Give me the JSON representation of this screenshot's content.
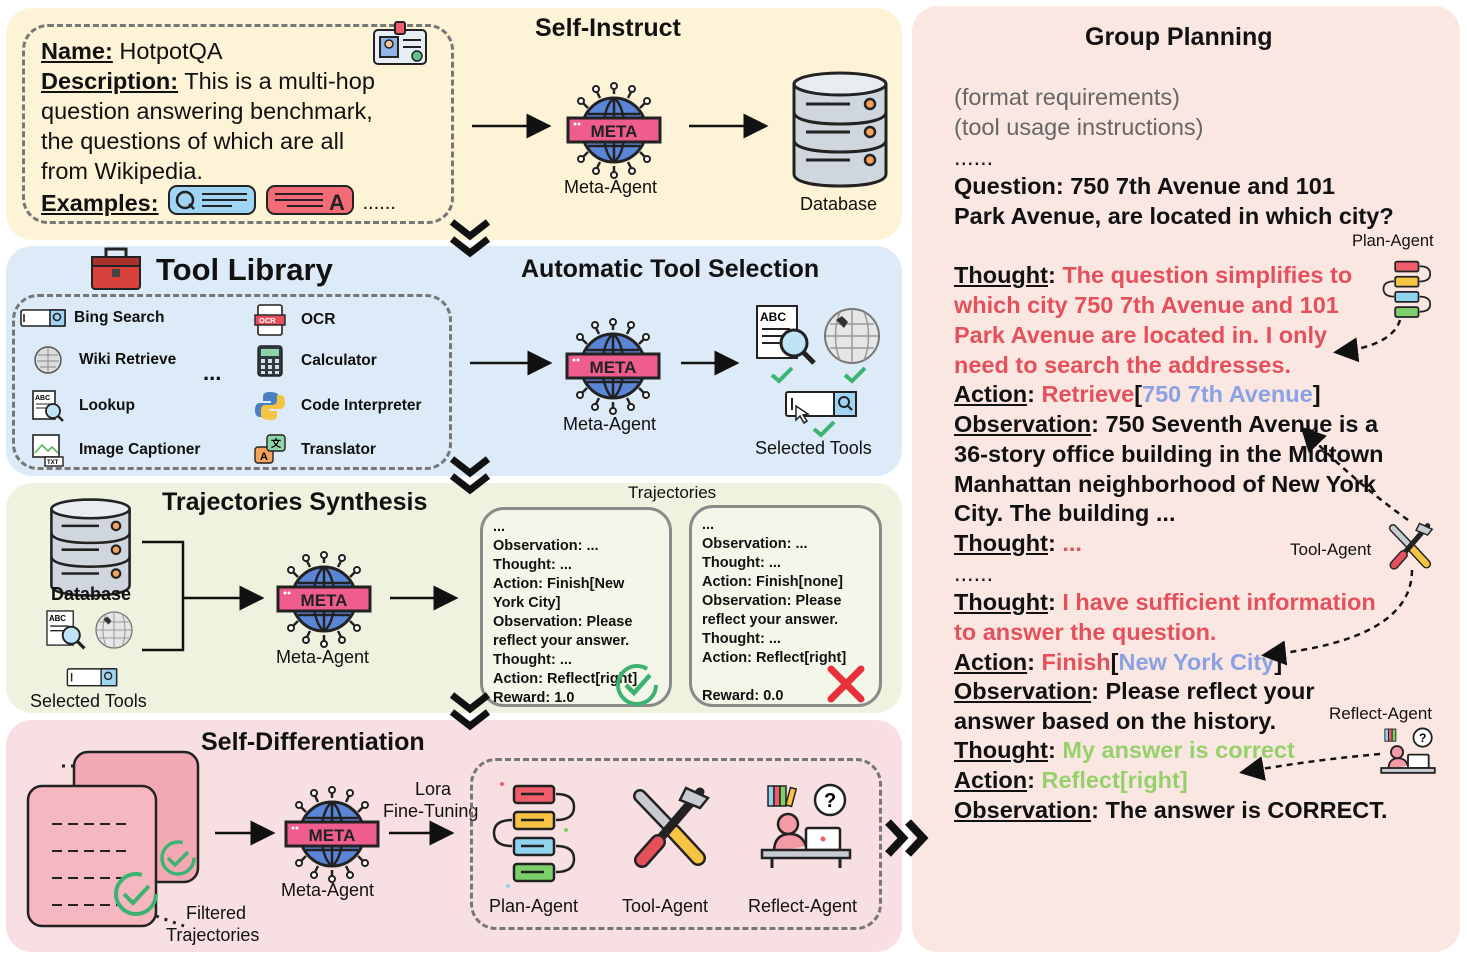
{
  "self_instruct": {
    "title": "Self-Instruct",
    "name_label": "Name:",
    "name_value": " HotpotQA",
    "desc_label": "Description:",
    "desc_line1": " This is a multi-hop",
    "desc_line2": "question answering benchmark,",
    "desc_line3": "the questions of which are all",
    "desc_line4": "from Wikipedia.",
    "examples_label": "Examples:",
    "examples_more": "......",
    "meta_agent": "Meta-Agent",
    "database": "Database"
  },
  "tool_library": {
    "title": "Tool Library",
    "ellipsis": "...",
    "tools_left": [
      "Bing Search",
      "Wiki Retrieve",
      "Lookup",
      "Image Captioner"
    ],
    "tools_right": [
      "OCR",
      "Calculator",
      "Code Interpreter",
      "Translator"
    ],
    "auto_title": "Automatic Tool Selection",
    "meta_agent": "Meta-Agent",
    "selected_tools": "Selected Tools"
  },
  "trajectories": {
    "title": "Trajectories Synthesis",
    "label": "Trajectories",
    "database": "Database",
    "selected_tools": "Selected Tools",
    "meta_agent": "Meta-Agent",
    "traj1": [
      "...",
      "Observation: ...",
      "Thought: ...",
      "Action: Finish[New",
      "York City]",
      "Observation: Please",
      "reflect your answer.",
      "Thought: ...",
      "Action: Reflect[right]",
      "Reward: 1.0"
    ],
    "traj2": [
      "...",
      "Observation: ...",
      "Thought: ...",
      "Action: Finish[none]",
      "Observation: Please",
      "reflect your answer.",
      "Thought: ...",
      "Action: Reflect[right]",
      "",
      "Reward: 0.0"
    ]
  },
  "self_diff": {
    "title": "Self-Differentiation",
    "filtered_1": "Filtered",
    "filtered_2": "Trajectories",
    "lora_1": "Lora",
    "lora_2": "Fine-Tuning",
    "meta_agent": "Meta-Agent",
    "plan_agent": "Plan-Agent",
    "tool_agent": "Tool-Agent",
    "reflect_agent": "Reflect-Agent"
  },
  "meta_badge": "META",
  "group_planning": {
    "title": "Group Planning",
    "format_req": "(format requirements)",
    "tool_usage": "(tool usage instructions)",
    "dots1": "......",
    "question1": "Question: 750 7th Avenue and 101",
    "question2": "Park Avenue, are located in which city?",
    "plan_agent": "Plan-Agent",
    "tool_agent": "Tool-Agent",
    "reflect_agent": "Reflect-Agent",
    "thought": "Thought",
    "action": "Action",
    "observation": "Observation",
    "colon": ": ",
    "t1_line1": "The question simplifies to",
    "t1_line2": "which city 750 7th Avenue and 101",
    "t1_line3": "Park Avenue are located in. I only",
    "t1_line4": "need to search the addresses.",
    "a1_fn": "Retrieve",
    "a1_open": "[",
    "a1_arg": "750 7th Avenue",
    "a1_close": "]",
    "o1_line1": "750 Seventh Avenue is a",
    "o1_line2": "36-story office building in the Midtown",
    "o1_line3": "Manhattan neighborhood of New York",
    "o1_line4": "City. The building ...",
    "t2": "...",
    "dots2": "......",
    "t3_line1": "I have sufficient information",
    "t3_line2": "to answer the question.",
    "a2_fn": "Finish",
    "a2_open": "[",
    "a2_arg": "New York City",
    "a2_close": "]",
    "o2_line1": "Please reflect your",
    "o2_line2": "answer based on the history.",
    "t4": "My answer is correct",
    "a3": "Reflect[right]",
    "o3": "The answer is CORRECT."
  },
  "colors": {
    "yellow_panel": "#fdf3d6",
    "blue_panel": "#dcebf7",
    "green_panel": "#eef3df",
    "pink_panel": "#f8dfe2",
    "right_panel": "#fbe7e1",
    "meta_pink": "#ef5d8f",
    "globe_blue": "#5b86d8",
    "red_text": "#e5515b",
    "blue_text": "#8aa2e4",
    "green_text": "#96d06c"
  }
}
